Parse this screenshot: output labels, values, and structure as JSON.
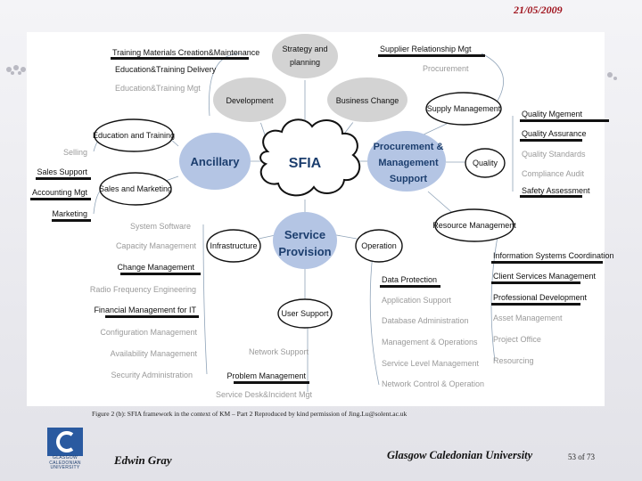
{
  "header": {
    "date": "21/05/2009"
  },
  "hubs": {
    "center": "SFIA",
    "ancillary": "Ancillary",
    "procurement": [
      "Procurement &",
      "Management",
      "Support"
    ],
    "service": [
      "Service",
      "Provision"
    ],
    "strategy": [
      "Strategy and",
      "planning"
    ],
    "development": "Development",
    "business_change": "Business Change",
    "education": "Education and Training",
    "sales": "Sales and Marketing",
    "supply": "Supply Management",
    "quality": "Quality",
    "resource": "Resource Management",
    "infrastructure": "Infrastructure",
    "operation": "Operation",
    "user_support": "User Support"
  },
  "labels": {
    "tm1": "Training Materials Creation&Maintenance",
    "tm2": "Education&Training Delivery",
    "tm3": "Education&Training Mgt",
    "sm1": "Supplier Relationship Mgt",
    "sm2": "Procurement",
    "s1": "Selling",
    "s2": "Sales Support",
    "s3": "Accounting Mgt",
    "s4": "Marketing",
    "q1": "Quality Mgement",
    "q2": "Quality Assurance",
    "q3": "Quality Standards",
    "q4": "Compliance Audit",
    "q5": "Safety Assessment",
    "i1": "System Software",
    "i2": "Capacity Management",
    "i3": "Change Management",
    "i4": "Radio Frequency Engineering",
    "i5": "Financial Management for IT",
    "i6": "Configuration Management",
    "i7": "Availability Management",
    "i8": "Security Administration",
    "u1": "Network Support",
    "u2": "Problem Management",
    "u3": "Service Desk&Incident Mgt",
    "o1": "Data Protection",
    "o2": "Application Support",
    "o3": "Database Administration",
    "o4": "Management & Operations",
    "o5": "Service Level Management",
    "o6": "Network Control & Operation",
    "r1": "Information Systems Coordination",
    "r2": "Client Services Management",
    "r3": "Professional Development",
    "r4": "Asset Management",
    "r5": "Project Office",
    "r6": "Resourcing"
  },
  "caption": "Figure 2 (b): SFIA framework in the context of KM – Part 2 Reproduced by kind permission of Jing.Lu@solent.ac.uk",
  "footer": {
    "author": "Edwin Gray",
    "university": "Glasgow Caledonian University",
    "page": "53 of 73",
    "logo_text": [
      "GLASGOW",
      "CALEDONIAN",
      "UNIVERSITY"
    ]
  },
  "colors": {
    "hub_fill": "#b4c5e4",
    "hub_text": "#1c3e6e",
    "accent_red": "#a0141e"
  }
}
